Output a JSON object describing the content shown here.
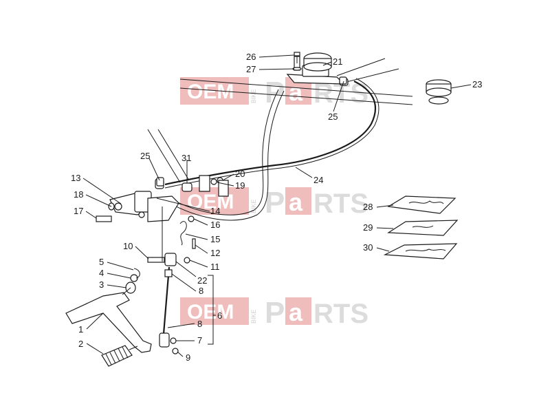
{
  "watermark": {
    "part1": "OEM",
    "vertical": "BIKE",
    "p": "P",
    "a": "a",
    "rest": "RTS"
  },
  "callouts": [
    "1",
    "2",
    "3",
    "4",
    "5",
    "6",
    "7",
    "8",
    "8",
    "9",
    "10",
    "11",
    "12",
    "13",
    "14",
    "15",
    "16",
    "17",
    "18",
    "19",
    "20",
    "21",
    "22",
    "23",
    "24",
    "25",
    "25",
    "26",
    "27",
    "28",
    "29",
    "30",
    "31"
  ],
  "colors": {
    "line": "#1a1a1a",
    "watermark_box": "#e9a7a6",
    "watermark_text": "#d9d9d9"
  }
}
